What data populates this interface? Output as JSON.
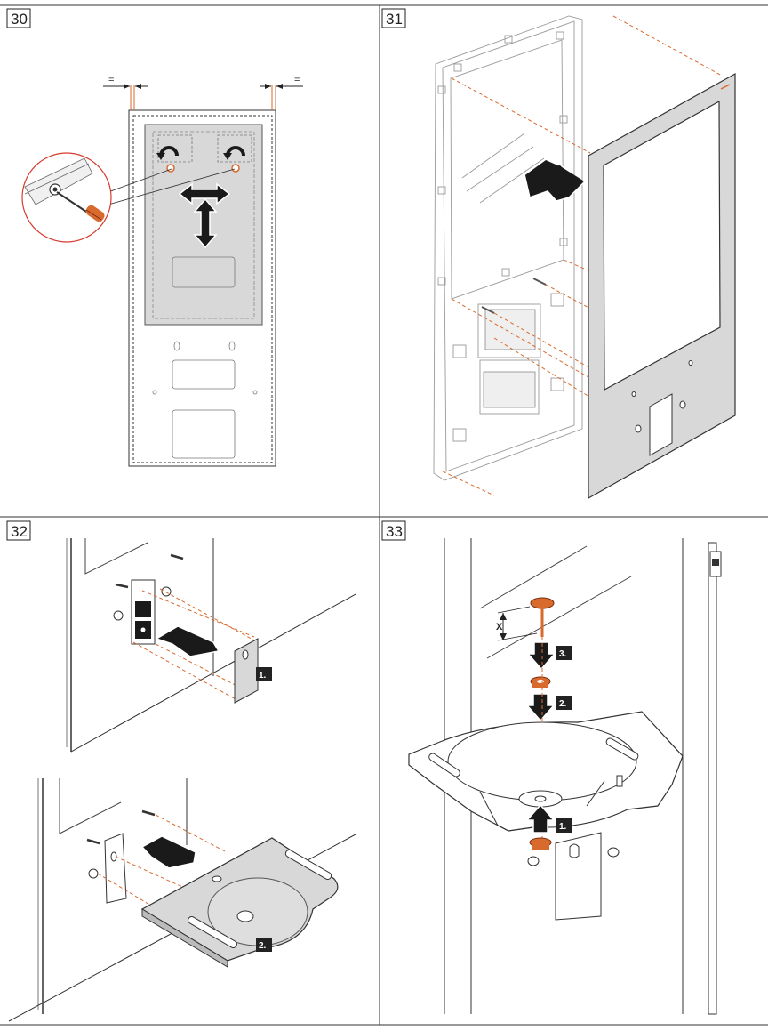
{
  "panels": [
    {
      "number": "30"
    },
    {
      "number": "31"
    },
    {
      "number": "32",
      "steps": [
        "1.",
        "2."
      ]
    },
    {
      "number": "33",
      "steps": [
        "3.",
        "2.",
        "1."
      ]
    }
  ],
  "panel30": {
    "equal_left": "=",
    "equal_right": "="
  },
  "panel33": {
    "dimension_label": "X"
  },
  "colors": {
    "accent": "#d86a2e",
    "line": "#444444",
    "panel_gray": "#d8d8d8",
    "arrow": "#1a1a1a"
  }
}
